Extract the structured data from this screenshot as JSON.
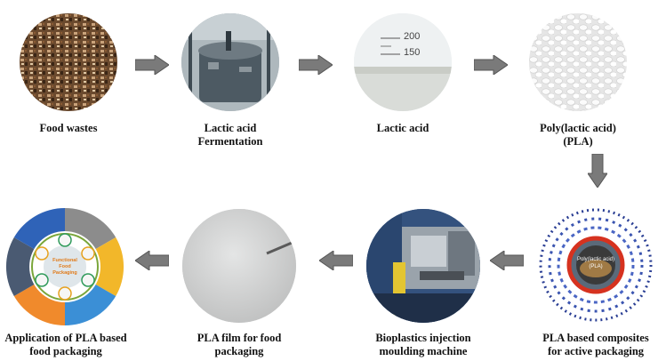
{
  "steps": [
    {
      "label_lines": [
        "Food wastes"
      ]
    },
    {
      "label_lines": [
        "Lactic acid",
        "Fermentation"
      ]
    },
    {
      "label_lines": [
        "Lactic acid"
      ]
    },
    {
      "label_lines": [
        "Poly(lactic acid)",
        "(PLA)"
      ]
    },
    {
      "label_lines": [
        "PLA based composites",
        "for active packaging"
      ]
    },
    {
      "label_lines": [
        "Bioplastics injection",
        "moulding machine"
      ]
    },
    {
      "label_lines": [
        "PLA film for food",
        "packaging"
      ]
    },
    {
      "label_lines": [
        "Application of PLA based",
        "food packaging"
      ]
    }
  ],
  "beaker": {
    "mark_200": "200",
    "mark_150": "150"
  },
  "composite": {
    "center_text": "Poly(lactic acid) (PLA)"
  },
  "application_wheel": {
    "center_text": "Functional Food Packaging"
  },
  "colors": {
    "arrow_fill": "#7a7a7a",
    "arrow_stroke": "#555555"
  }
}
